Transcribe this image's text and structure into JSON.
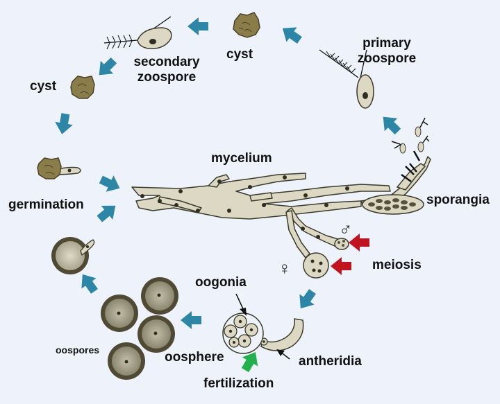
{
  "labels": {
    "cyst_top": "cyst",
    "primary_zoospore_line1": "primary",
    "primary_zoospore_line2": "zoospore",
    "secondary_zoospore_line1": "secondary",
    "secondary_zoospore_line2": "zoospore",
    "cyst_left": "cyst",
    "mycelium": "mycelium",
    "germination": "germination",
    "sporangia": "sporangia",
    "meiosis": "meiosis",
    "oogonia": "oogonia",
    "oosphere": "oosphere",
    "oospores": "oospores",
    "antheridia": "antheridia",
    "fertilization": "fertilization",
    "male_symbol": "♂",
    "female_symbol": "♀"
  },
  "colors": {
    "background": "#eef3fb",
    "cycle_arrow": "#2e86a6",
    "meiosis_arrow": "#c1121f",
    "fertilization_arrow": "#22b14c",
    "hyphae_fill": "#dcd8c4",
    "cyst_fill": "#8a7d4a",
    "oospore_rim": "#504a35"
  }
}
